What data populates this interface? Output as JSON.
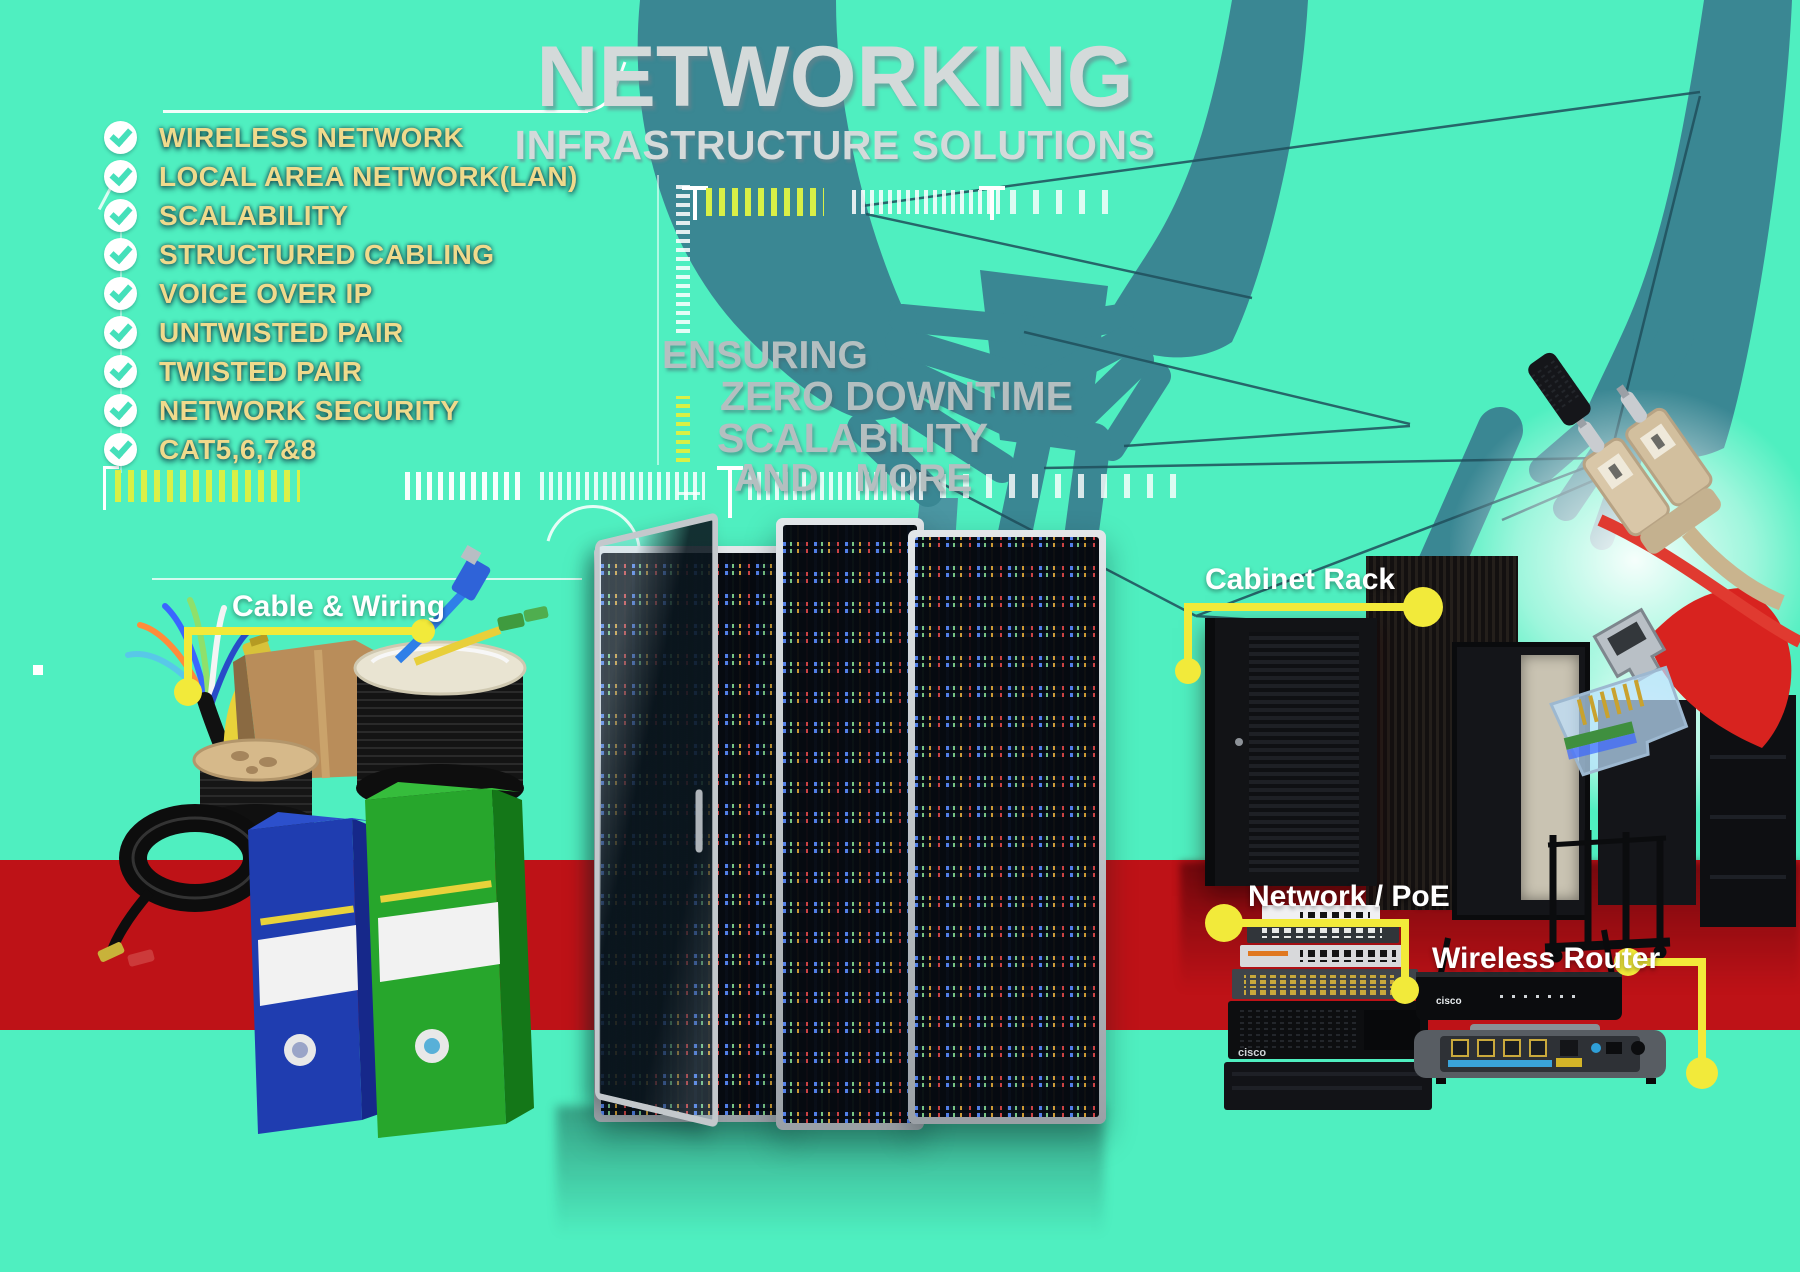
{
  "poster": {
    "title": "NETWORKING",
    "subtitle": "INFRASTRUCTURE SOLUTIONS",
    "tagline": {
      "line1": "ENSURING",
      "line2": "ZERO DOWNTIME",
      "line3": "SCALABILITY",
      "line4": "AND MORE"
    }
  },
  "features": {
    "items": [
      "WIRELESS NETWORK",
      "LOCAL AREA NETWORK(LAN)",
      "SCALABILITY",
      "STRUCTURED CABLING",
      "VOICE OVER IP",
      "UNTWISTED PAIR",
      "TWISTED PAIR",
      "NETWORK SECURITY",
      "CAT5,6,7&8"
    ]
  },
  "product_labels": {
    "cable_wiring": "Cable & Wiring",
    "cabinet_rack": "Cabinet Rack",
    "network_poe": "Network / PoE",
    "wireless_router": "Wireless Router"
  },
  "brands": {
    "cisco": "cisco"
  },
  "colors": {
    "background_teal": "#4FEFC0",
    "band_red": "#BE1217",
    "connector_yellow": "#F2EA3A",
    "feature_gold": "#EFDA8C",
    "title_gray": "#D4DADA",
    "hands_teal": "#3A8793"
  }
}
